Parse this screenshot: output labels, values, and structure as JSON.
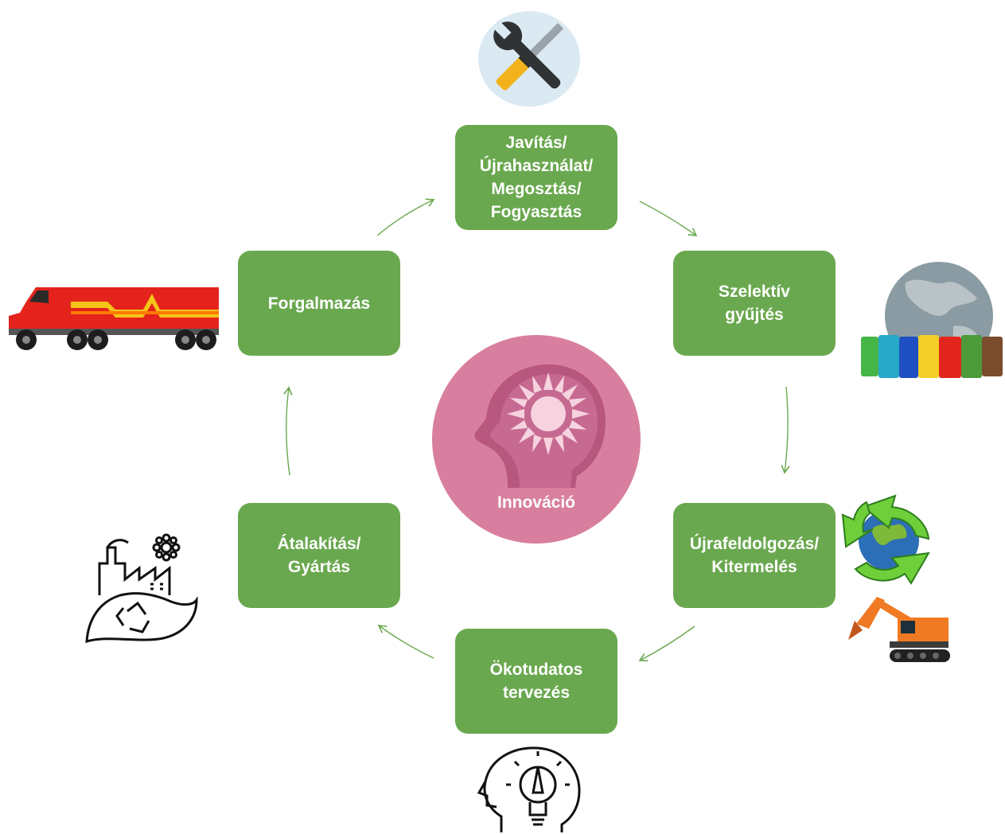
{
  "center": {
    "label": "Innováció"
  },
  "nodes": {
    "javitas": "Javítás/\nÚjrahasználat/\nMegosztás/\nFogyasztás",
    "szelektiv": "Szelektív\ngyűjtés",
    "ujrafeldolgozas": "Újrafeldolgozás/\nKitermelés",
    "okotudatos": "Ökotudatos\ntervezés",
    "atalakitas": "Átalakítás/\nGyártás",
    "forgalmazas": "Forgalmazás"
  },
  "colors": {
    "node": "#6aa84f",
    "arrow": "#6aa84f",
    "center": "#d87f9f",
    "truck": "#e3231c",
    "stripe": "#f5c518"
  },
  "icons": [
    "wrench-screwdriver-icon",
    "globe-recycling-bins-icon",
    "recycle-globe-icon",
    "excavator-icon",
    "lightbulb-head-icon",
    "eco-factory-icon",
    "truck-icon",
    "head-sun-icon"
  ]
}
